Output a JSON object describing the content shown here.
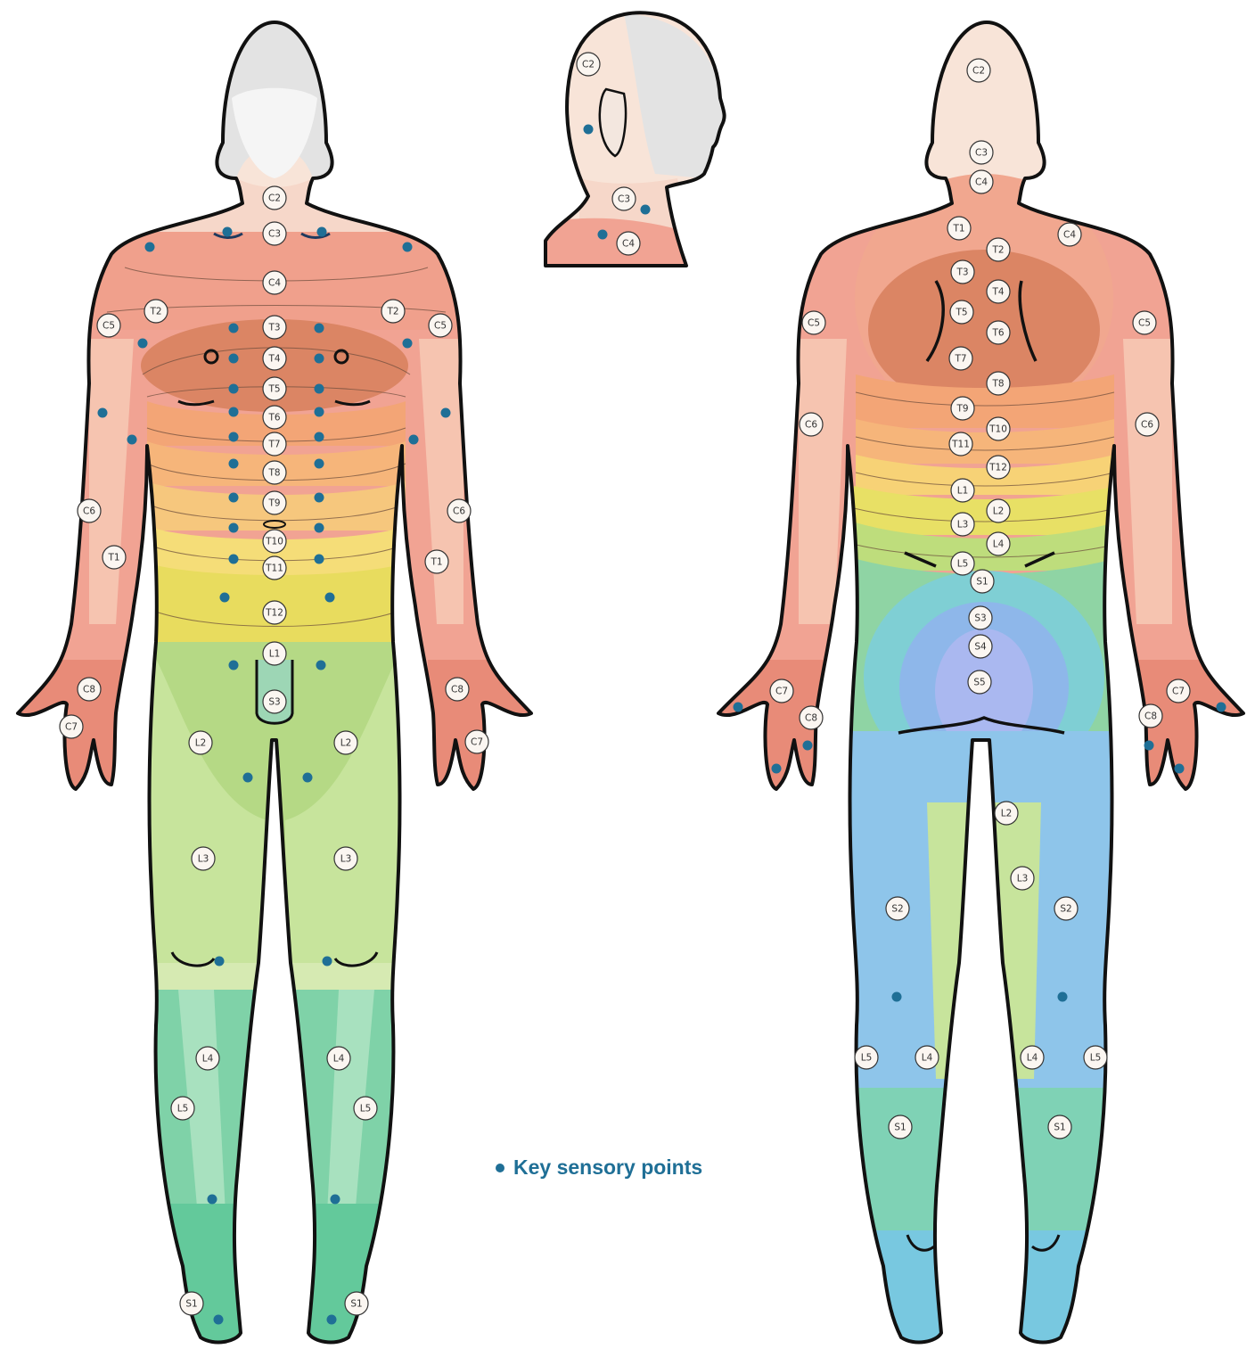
{
  "legend": {
    "label": "Key sensory points"
  },
  "colors": {
    "key_point": "#1f6f96",
    "cervical": "#f1a393",
    "upper_thoracic": "#e08466",
    "mid_thoracic": "#f5b77a",
    "lower_thoracic": "#f4dc71",
    "lumbar": "#a9d68a",
    "lower_lumbar": "#7fd2a8",
    "sacral": "#8ec5ea",
    "sacral_center": "#aebdf0",
    "head": "#f8e4d8",
    "face": "#e2e2e2"
  },
  "front_labels": [
    "C2",
    "C3",
    "C4",
    "T2",
    "T2",
    "C5",
    "C5",
    "T3",
    "T4",
    "T5",
    "T6",
    "T7",
    "T8",
    "T9",
    "T10",
    "T11",
    "T12",
    "C6",
    "C6",
    "T1",
    "T1",
    "L1",
    "S3",
    "C8",
    "C8",
    "C7",
    "C7",
    "L2",
    "L2",
    "L3",
    "L3",
    "L4",
    "L4",
    "L5",
    "L5",
    "S1",
    "S1"
  ],
  "head_labels": [
    "C2",
    "C3",
    "C4"
  ],
  "back_labels": [
    "C2",
    "C3",
    "C4",
    "C4",
    "T1",
    "T2",
    "T3",
    "T4",
    "T5",
    "T6",
    "T7",
    "T8",
    "T9",
    "T10",
    "T11",
    "T12",
    "C5",
    "C5",
    "C6",
    "C6",
    "L1",
    "L2",
    "L3",
    "L4",
    "L5",
    "S1",
    "S3",
    "S4",
    "S5",
    "C7",
    "C7",
    "C8",
    "C8",
    "L2",
    "L3",
    "S2",
    "S2",
    "L5",
    "L4",
    "L4",
    "L5",
    "S1",
    "S1"
  ]
}
